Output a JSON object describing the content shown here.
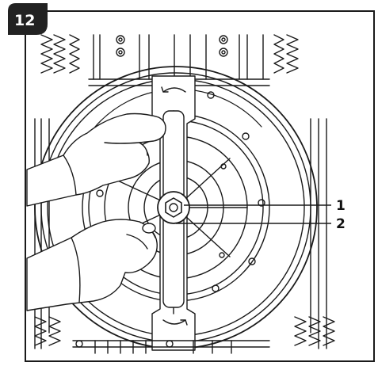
{
  "step": {
    "number": "12"
  },
  "callouts": [
    {
      "label": "1",
      "target": "blade-nut"
    },
    {
      "label": "2",
      "target": "blade-shaft"
    }
  ],
  "colors": {
    "ink": "#1a1a1a",
    "badge": "#222222",
    "background": "#ffffff"
  }
}
